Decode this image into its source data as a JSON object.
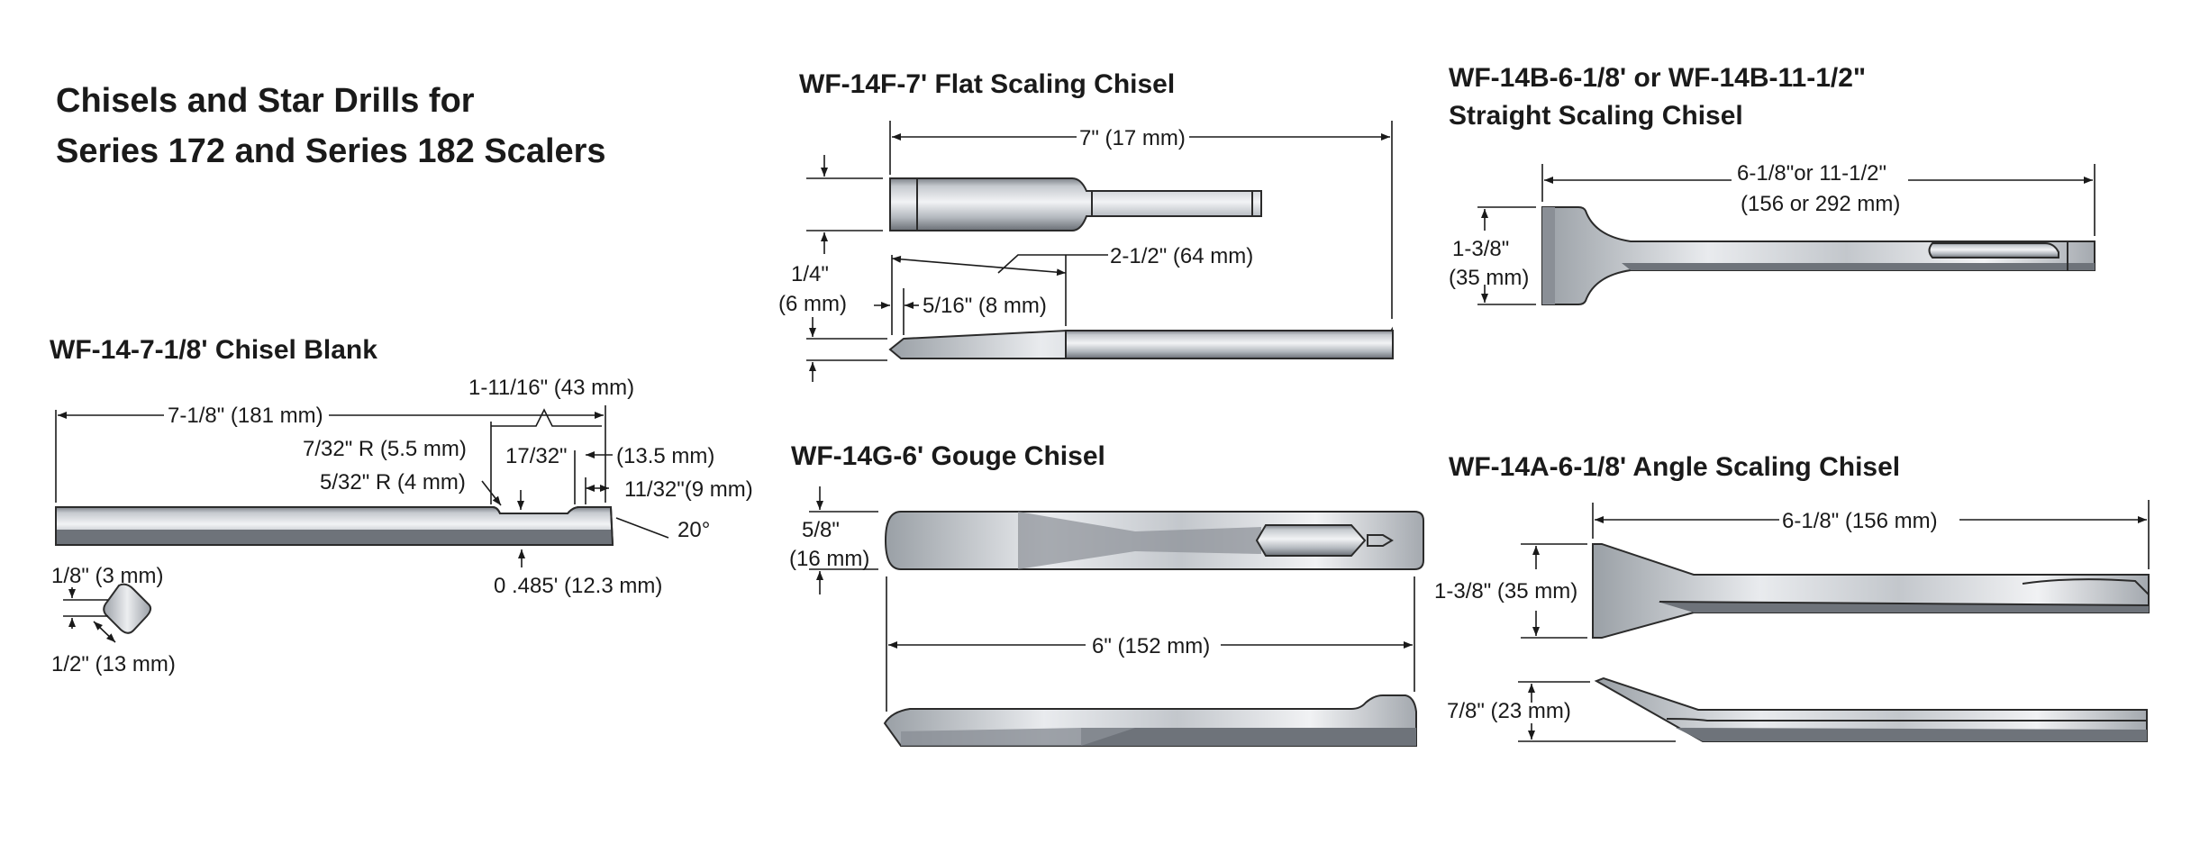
{
  "title": {
    "line1": "Chisels and Star Drills for",
    "line2": "Series 172 and Series 182 Scalers"
  },
  "blank": {
    "name": "WF-14-7-1/8' Chisel Blank",
    "length": "7-1/8\" (181 mm)",
    "tip_len": "1-11/16\" (43 mm)",
    "r1": "7/32\" R (5.5 mm)",
    "d1": "17/32\"",
    "d1_mm": "(13.5 mm)",
    "r2": "5/32\" R (4 mm)",
    "d2": "11/32\"(9 mm)",
    "angle": "20°",
    "dia": "0 .485' (12.3 mm)",
    "hex_a": "1/8\" (3 mm)",
    "hex_b": "1/2\" (13 mm)"
  },
  "flat": {
    "name": "WF-14F-7' Flat Scaling Chisel",
    "length": "7\" (17 mm)",
    "shank": "2-1/2\" (64 mm)",
    "width": "1/4\"",
    "width_mm": "(6 mm)",
    "bevel": "5/16\" (8 mm)"
  },
  "straight": {
    "name1": "WF-14B-6-1/8' or WF-14B-11-1/2\"",
    "name2": "Straight Scaling Chisel",
    "length1": "6-1/8\"or 11-1/2\"",
    "length2": "(156 or 292 mm)",
    "width": "1-3/8\"",
    "width_mm": "(35 mm)"
  },
  "gouge": {
    "name": "WF-14G-6' Gouge Chisel",
    "width": "5/8\"",
    "width_mm": "(16 mm)",
    "length": "6\" (152 mm)"
  },
  "angle": {
    "name": "WF-14A-6-1/8' Angle Scaling Chisel",
    "length": "6-1/8\"  (156  mm)",
    "width": "1-3/8\"  (35 mm)",
    "height": "7/8\"  (23 mm)"
  },
  "colors": {
    "steel_light": "#eef0f2",
    "steel_mid": "#a7acb2",
    "steel_dark": "#6b7077",
    "outline": "#2b2b2b"
  }
}
